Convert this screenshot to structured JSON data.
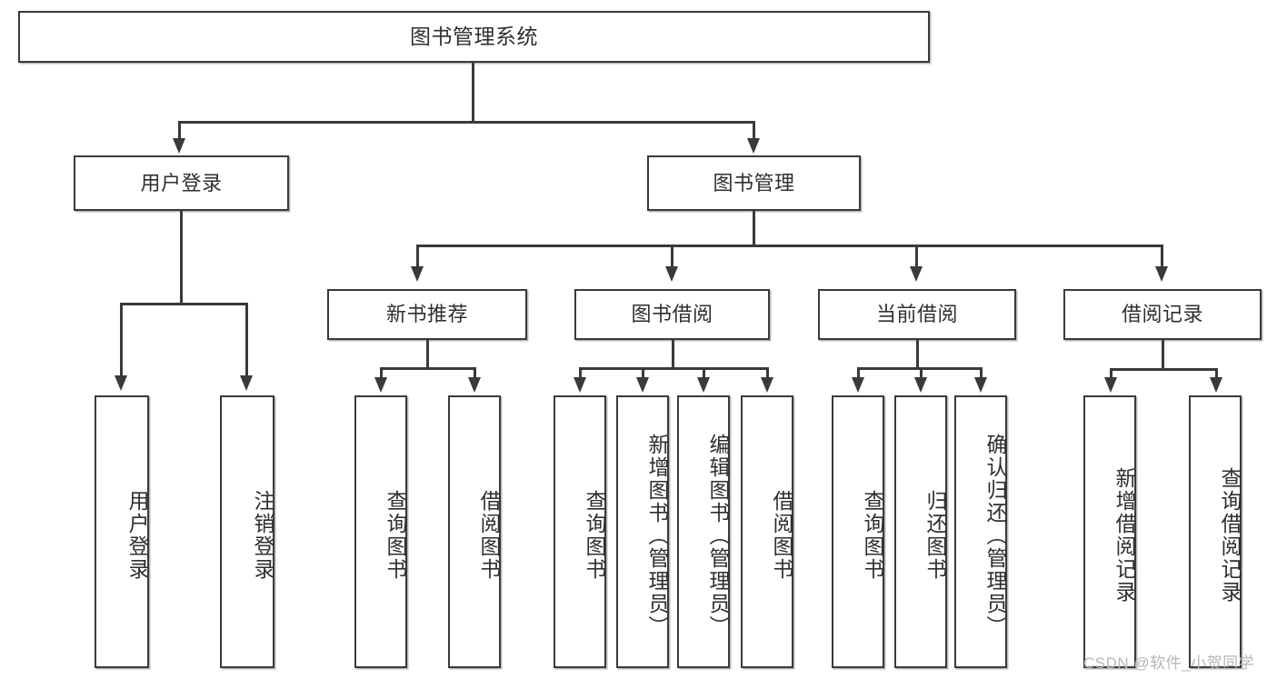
{
  "diagram": {
    "title": "图书管理系统",
    "type": "hierarchy-tree",
    "root": {
      "label": "图书管理系统"
    },
    "level2": [
      {
        "label": "用户登录"
      },
      {
        "label": "图书管理"
      }
    ],
    "level3": [
      {
        "label": "新书推荐"
      },
      {
        "label": "图书借阅"
      },
      {
        "label": "当前借阅"
      },
      {
        "label": "借阅记录"
      }
    ],
    "leaves": {
      "user_login": [
        {
          "label": "用户登录"
        },
        {
          "label": "注销登录"
        }
      ],
      "new_book_recommend": [
        {
          "label": "查询图书"
        },
        {
          "label": "借阅图书"
        }
      ],
      "book_borrow": [
        {
          "label": "查询图书"
        },
        {
          "label": "新增图书（管理员）"
        },
        {
          "label": "编辑图书（管理员）"
        },
        {
          "label": "借阅图书"
        }
      ],
      "current_borrow": [
        {
          "label": "查询图书"
        },
        {
          "label": "归还图书"
        },
        {
          "label": "确认归还（管理员）"
        }
      ],
      "borrow_record": [
        {
          "label": "新增借阅记录"
        },
        {
          "label": "查询借阅记录"
        }
      ]
    }
  },
  "watermark": {
    "text": "CSDN @软件_小贺同学"
  },
  "colors": {
    "stroke": "#3a3a3a",
    "text": "#2f2f2f",
    "background": "#ffffff",
    "watermark": "#b6b6b6"
  }
}
